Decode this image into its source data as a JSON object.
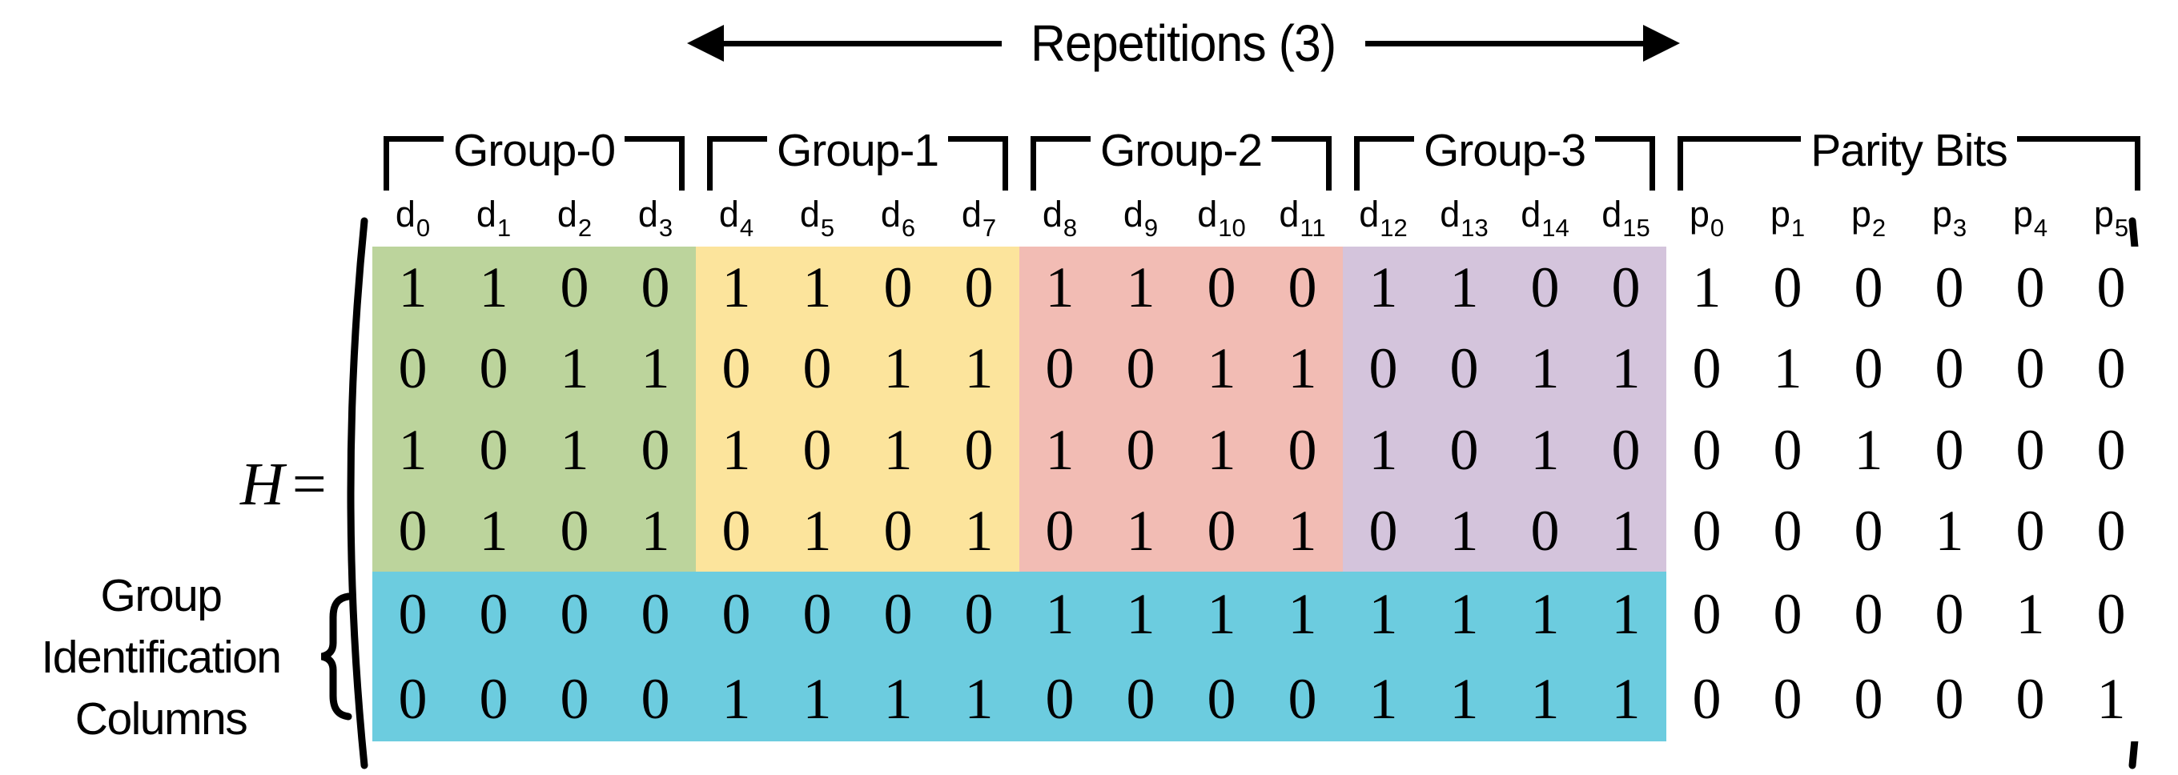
{
  "repetitions": {
    "label": "Repetitions (3)"
  },
  "matrix_label": {
    "name": "H",
    "equals": "="
  },
  "group_brackets": [
    {
      "label": "Group-0",
      "span": 4
    },
    {
      "label": "Group-1",
      "span": 4
    },
    {
      "label": "Group-2",
      "span": 4
    },
    {
      "label": "Group-3",
      "span": 4
    },
    {
      "label": "Parity Bits",
      "span": 6
    }
  ],
  "column_headers": [
    {
      "base": "d",
      "sub": "0"
    },
    {
      "base": "d",
      "sub": "1"
    },
    {
      "base": "d",
      "sub": "2"
    },
    {
      "base": "d",
      "sub": "3"
    },
    {
      "base": "d",
      "sub": "4"
    },
    {
      "base": "d",
      "sub": "5"
    },
    {
      "base": "d",
      "sub": "6"
    },
    {
      "base": "d",
      "sub": "7"
    },
    {
      "base": "d",
      "sub": "8"
    },
    {
      "base": "d",
      "sub": "9"
    },
    {
      "base": "d",
      "sub": "10"
    },
    {
      "base": "d",
      "sub": "11"
    },
    {
      "base": "d",
      "sub": "12"
    },
    {
      "base": "d",
      "sub": "13"
    },
    {
      "base": "d",
      "sub": "14"
    },
    {
      "base": "d",
      "sub": "15"
    },
    {
      "base": "p",
      "sub": "0"
    },
    {
      "base": "p",
      "sub": "1"
    },
    {
      "base": "p",
      "sub": "2"
    },
    {
      "base": "p",
      "sub": "3"
    },
    {
      "base": "p",
      "sub": "4"
    },
    {
      "base": "p",
      "sub": "5"
    }
  ],
  "matrix_rows": [
    [
      1,
      1,
      0,
      0,
      1,
      1,
      0,
      0,
      1,
      1,
      0,
      0,
      1,
      1,
      0,
      0,
      1,
      0,
      0,
      0,
      0,
      0
    ],
    [
      0,
      0,
      1,
      1,
      0,
      0,
      1,
      1,
      0,
      0,
      1,
      1,
      0,
      0,
      1,
      1,
      0,
      1,
      0,
      0,
      0,
      0
    ],
    [
      1,
      0,
      1,
      0,
      1,
      0,
      1,
      0,
      1,
      0,
      1,
      0,
      1,
      0,
      1,
      0,
      0,
      0,
      1,
      0,
      0,
      0
    ],
    [
      0,
      1,
      0,
      1,
      0,
      1,
      0,
      1,
      0,
      1,
      0,
      1,
      0,
      1,
      0,
      1,
      0,
      0,
      0,
      1,
      0,
      0
    ],
    [
      0,
      0,
      0,
      0,
      0,
      0,
      0,
      0,
      1,
      1,
      1,
      1,
      1,
      1,
      1,
      1,
      0,
      0,
      0,
      0,
      1,
      0
    ],
    [
      0,
      0,
      0,
      0,
      1,
      1,
      1,
      1,
      0,
      0,
      0,
      0,
      1,
      1,
      1,
      1,
      0,
      0,
      0,
      0,
      0,
      1
    ]
  ],
  "group_id_row_indices": [
    4,
    5
  ],
  "data_column_count": 16,
  "side_annotation": {
    "line1": "Group",
    "line2": "Identification",
    "line3": "Columns"
  },
  "colors": {
    "group0": "#bcd49c",
    "group1": "#fce49c",
    "group2": "#f2bcb4",
    "group3": "#d4c4dc",
    "parity": "#ffffff",
    "group_id_rows": "#6cccdf",
    "ink": "#000000"
  }
}
